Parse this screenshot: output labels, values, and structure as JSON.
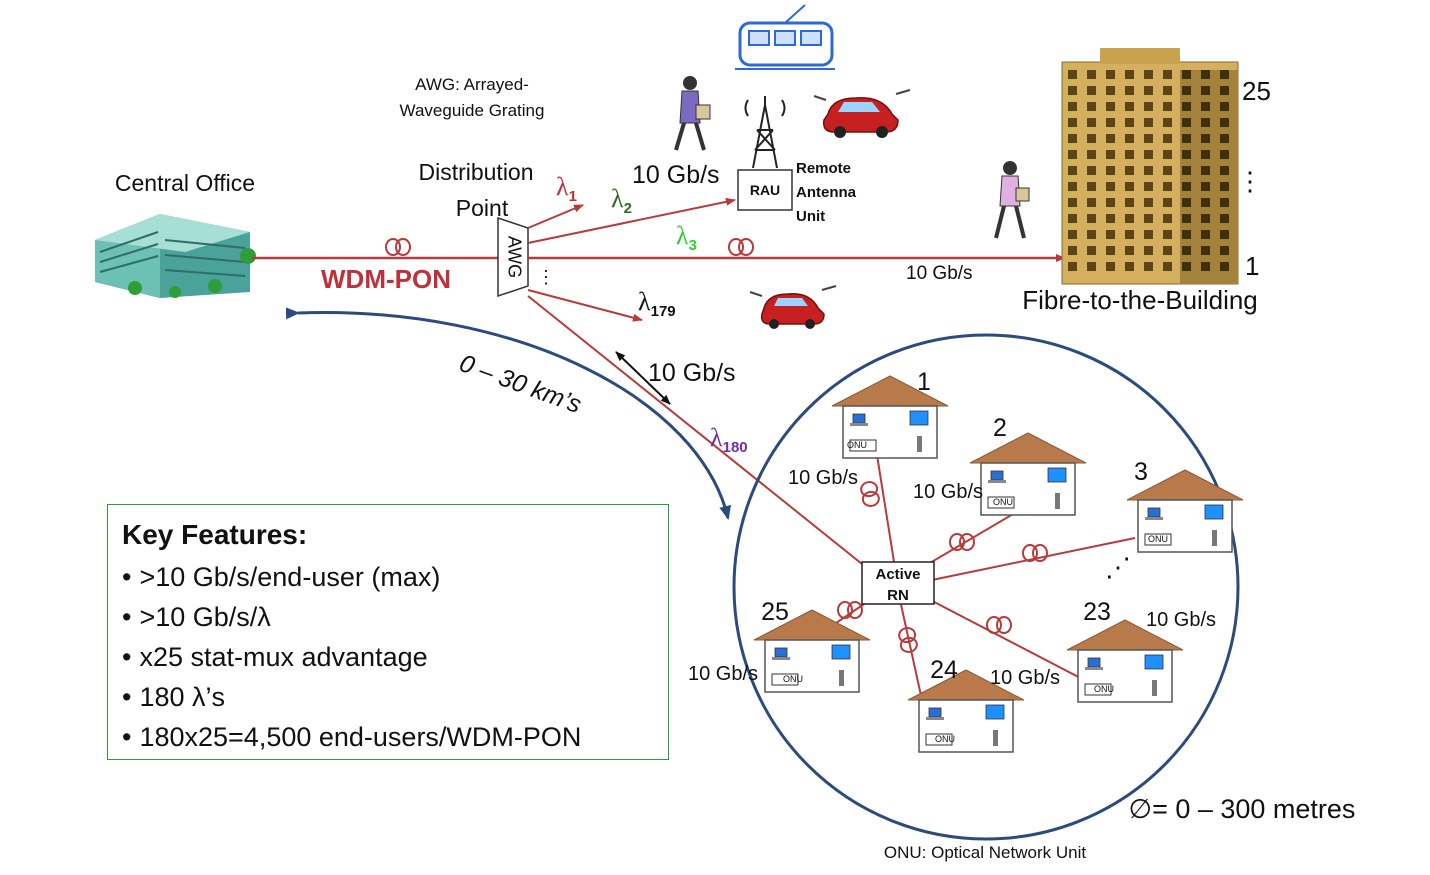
{
  "central_office": {
    "label": "Central Office"
  },
  "wdm_pon": {
    "label": "WDM-PON"
  },
  "distance": {
    "label": "0 – 30 km’s"
  },
  "distribution_point": {
    "line1": "Distribution",
    "line2": "Point",
    "awg_label": "AWG"
  },
  "awg_note": {
    "line1": "AWG: Arrayed-",
    "line2": "Waveguide Grating"
  },
  "wavelengths": [
    {
      "base": "λ",
      "sub": "1",
      "color": "#c0303a"
    },
    {
      "base": "λ",
      "sub": "2",
      "color": "#2e6b1e"
    },
    {
      "base": "λ",
      "sub": "3",
      "color": "#33cc33"
    },
    {
      "base": "λ",
      "sub": "179",
      "color": "#111111"
    },
    {
      "base": "λ",
      "sub": "180",
      "color": "#7030a0"
    }
  ],
  "rau": {
    "box_label": "RAU",
    "line1": "Remote",
    "line2": "Antenna",
    "line3": "Unit",
    "rate": "10 Gb/s"
  },
  "building": {
    "caption": "Fibre-to-the-Building",
    "top_floor": "25",
    "bottom_floor": "1",
    "ellipsis": "⋮",
    "rate": "10 Gb/s"
  },
  "rn_link": {
    "rate": "10 Gb/s"
  },
  "active_rn": {
    "line1": "Active",
    "line2": "RN"
  },
  "homes": [
    {
      "number": "1",
      "rate": "10 Gb/s",
      "onu": "ONU"
    },
    {
      "number": "2",
      "rate": "10 Gb/s",
      "onu": "ONU"
    },
    {
      "number": "3",
      "rate": "",
      "onu": "ONU"
    },
    {
      "number": "23",
      "rate": "10 Gb/s",
      "onu": "ONU"
    },
    {
      "number": "24",
      "rate": "10 Gb/s",
      "onu": "ONU"
    },
    {
      "number": "25",
      "rate": "10 Gb/s",
      "onu": "ONU"
    }
  ],
  "cluster": {
    "diameter": "∅= 0 – 300 metres",
    "ellipsis": "⋰"
  },
  "onu_note": {
    "label": "ONU: Optical Network Unit"
  },
  "key_features": {
    "title": "Key Features:",
    "items": [
      ">10 Gb/s/end-user (max)",
      ">10 Gb/s/λ",
      "x25 stat-mux advantage",
      "180 λ’s",
      "180x25=4,500 end-users/WDM-PON"
    ]
  },
  "colors": {
    "fiber": "#b83a3a",
    "arc": "#2b4a7e",
    "circle": "#2b4a7e",
    "roof": "#b87a4a",
    "box_border": "#2e9e3a"
  }
}
